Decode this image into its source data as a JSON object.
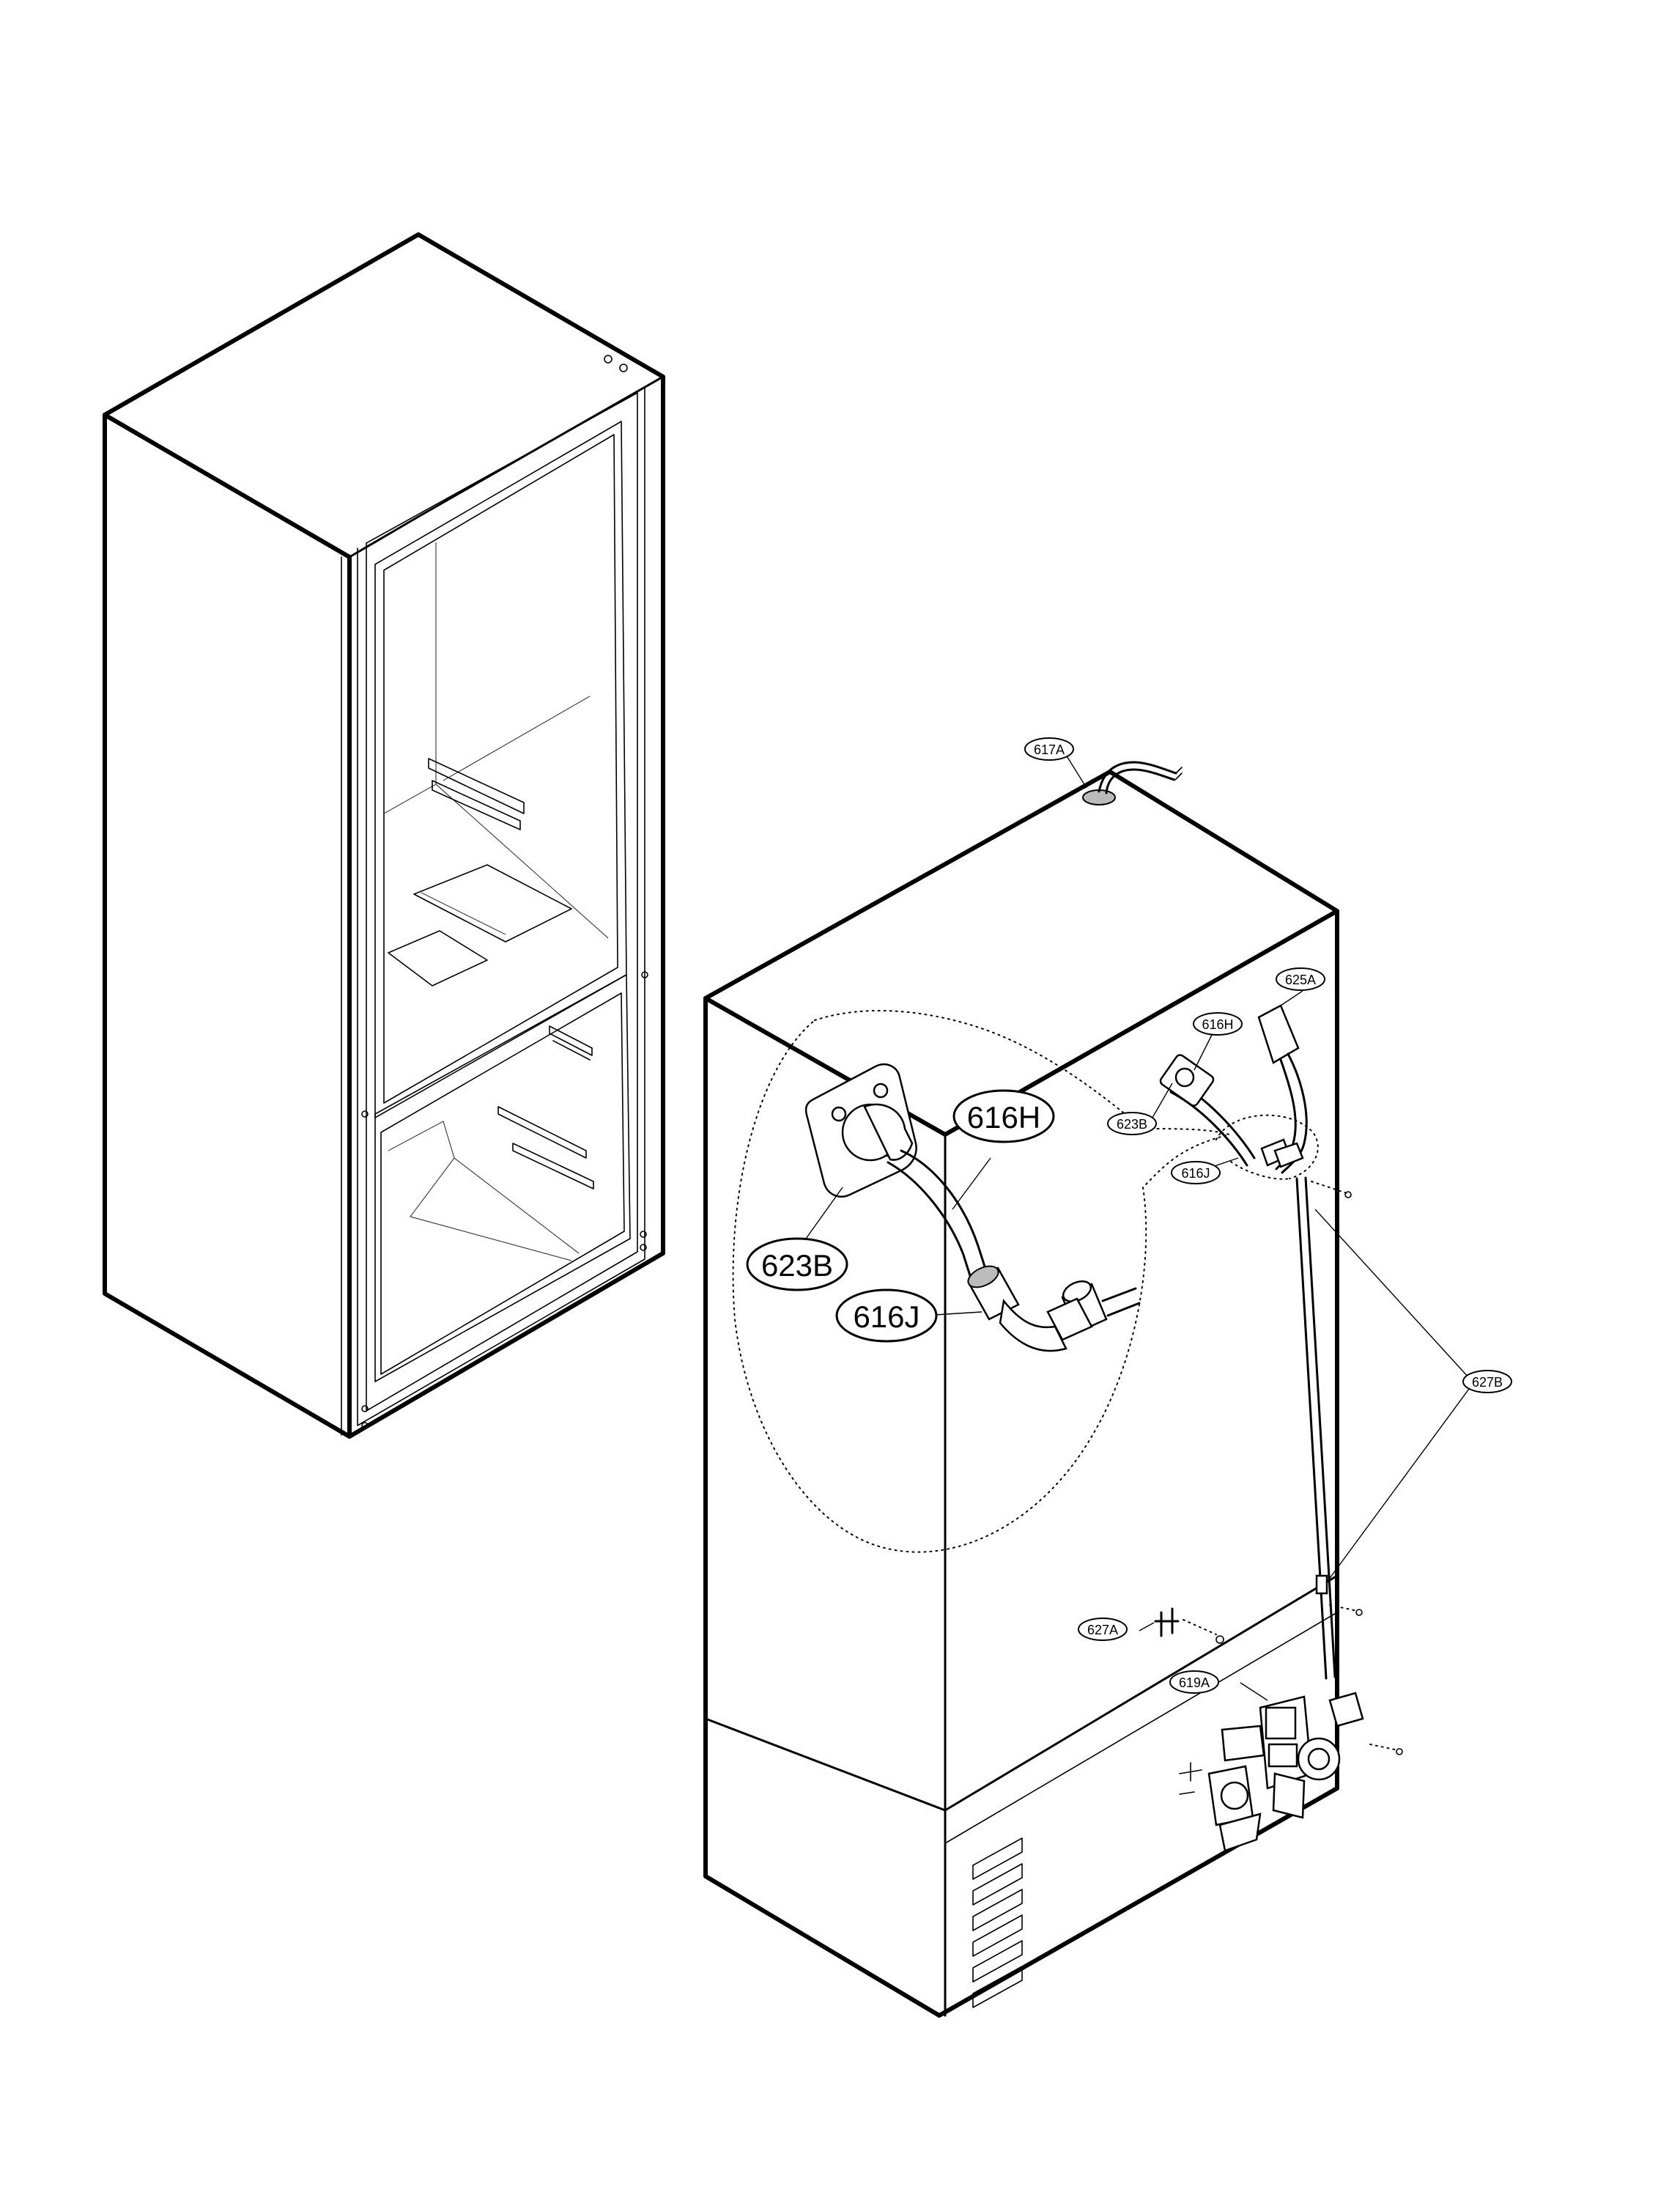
{
  "callouts": {
    "c617A": "617A",
    "c625A": "625A",
    "c616H": "616H",
    "c623B": "623B",
    "c616J": "616J",
    "c627B": "627B",
    "c627A": "627A",
    "c619A": "619A"
  },
  "detail_callouts": {
    "d616H": "616H",
    "d623B": "623B",
    "d616J": "616J"
  }
}
